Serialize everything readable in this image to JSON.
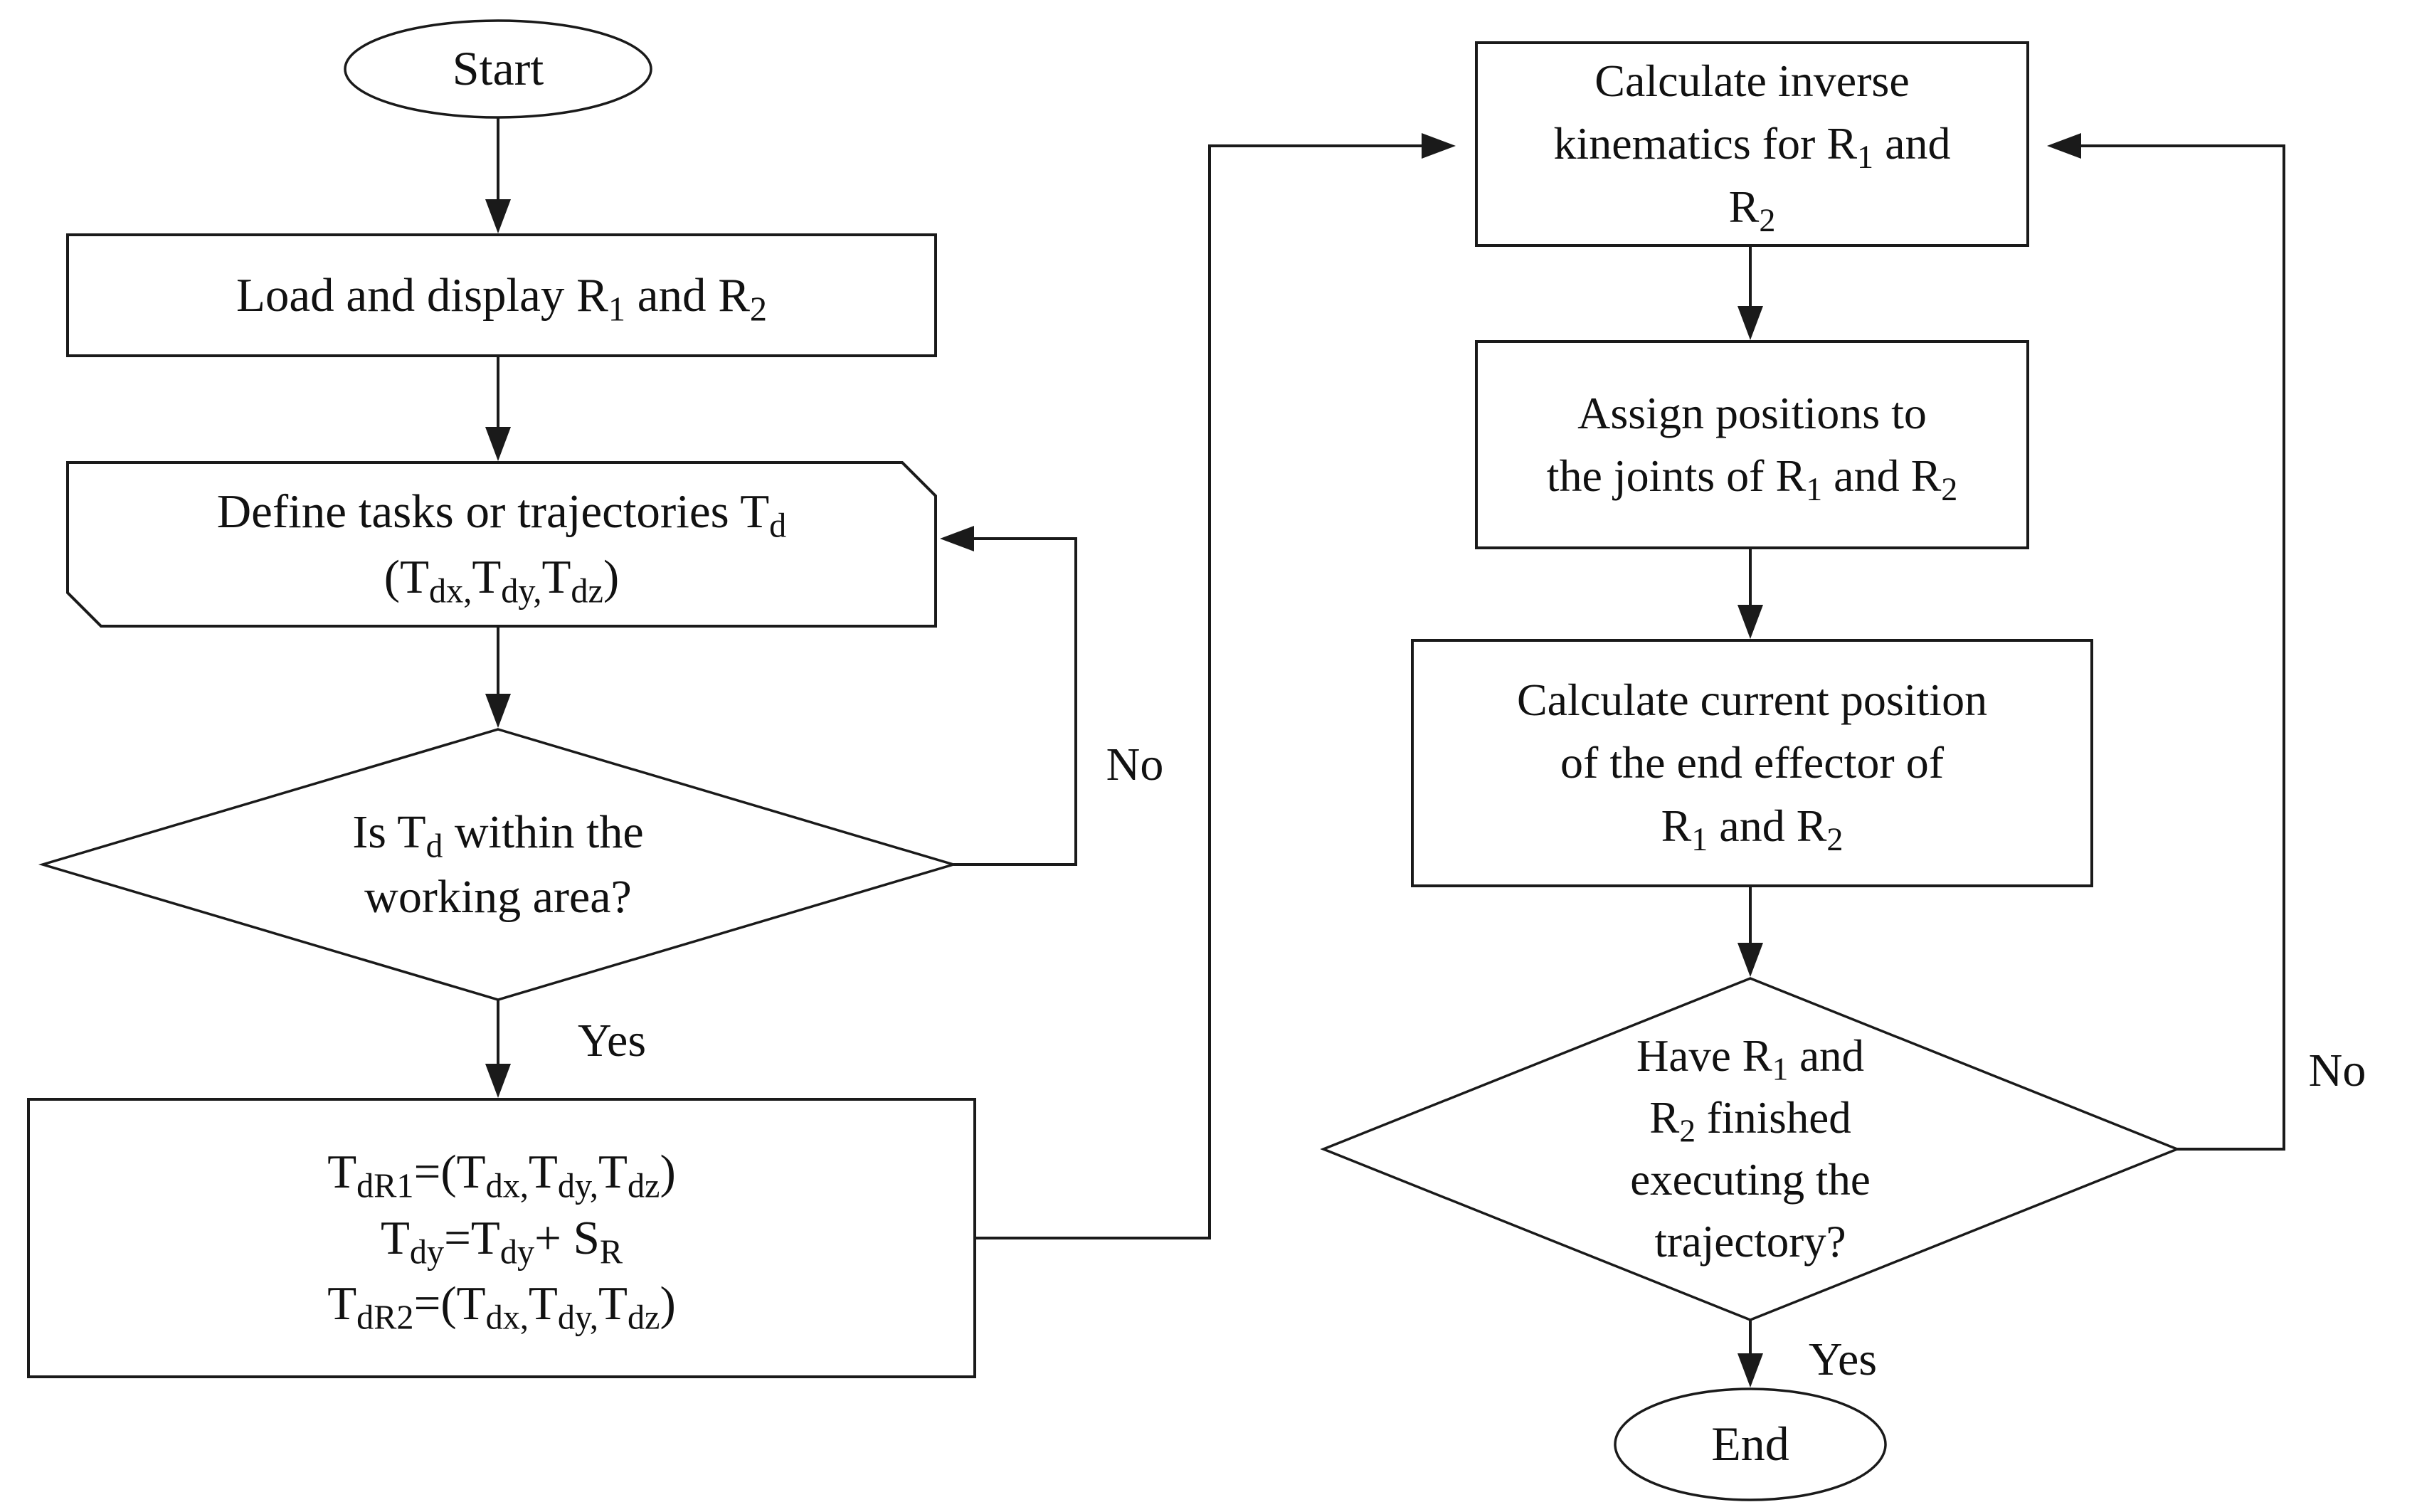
{
  "diagram": {
    "title": "Dual-robot trajectory execution flowchart",
    "colors": {
      "stroke": "#1a1a1a",
      "background": "#ffffff",
      "text": "#111111"
    },
    "nodes": {
      "start": {
        "type": "terminator",
        "label": "Start"
      },
      "load_display": {
        "type": "process",
        "lines": [
          "Load and display R~1~ and R~2~"
        ]
      },
      "define_tasks": {
        "type": "card",
        "lines": [
          "Define tasks or trajectories T~d~",
          "(T~dx,~T~dy,~T~dz~)"
        ]
      },
      "within_area": {
        "type": "decision",
        "lines": [
          "Is T~d~ within the",
          "working area?"
        ]
      },
      "assign_trajectories": {
        "type": "process",
        "lines": [
          "T~dR1~=(T~dx,~T~dy,~T~dz~)",
          "T~dy~=T~dy~+ S~R~",
          "T~dR2~=(T~dx,~T~dy,~T~dz~)"
        ]
      },
      "inverse_kinematics": {
        "type": "process",
        "lines": [
          "Calculate inverse",
          "kinematics for R~1~ and",
          "R~2~"
        ]
      },
      "assign_positions": {
        "type": "process",
        "lines": [
          "Assign positions to",
          "the joints of R~1~ and R~2~"
        ]
      },
      "current_position": {
        "type": "process",
        "lines": [
          "Calculate current position",
          "of the end effector of",
          "R~1~ and R~2~"
        ]
      },
      "finished_trajectory": {
        "type": "decision",
        "lines": [
          "Have R~1~ and",
          "R~2~ finished",
          "executing the",
          "trajectory?"
        ]
      },
      "end": {
        "type": "terminator",
        "label": "End"
      }
    },
    "edge_labels": {
      "yes_left": "Yes",
      "no_left": "No",
      "yes_right": "Yes",
      "no_right": "No"
    }
  }
}
